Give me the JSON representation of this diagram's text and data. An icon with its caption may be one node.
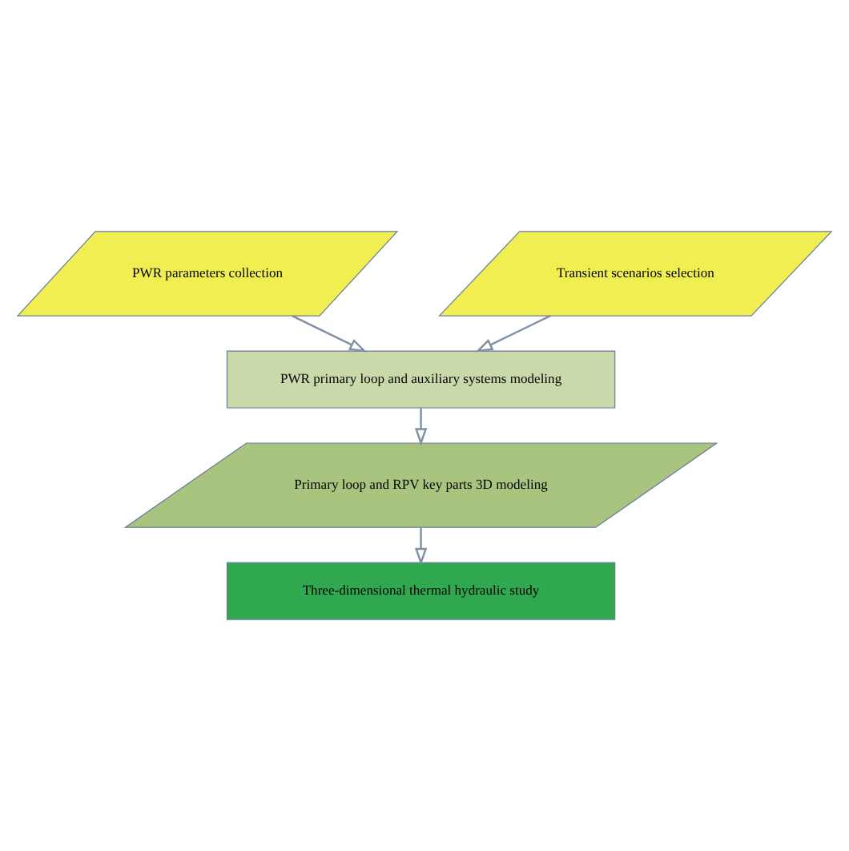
{
  "diagram": {
    "nodes": [
      {
        "text": [
          "PWR parameters collection"
        ]
      },
      {
        "text": [
          "Transient scenarios selection"
        ]
      },
      {
        "text": [
          "PWR primary loop and auxiliary systems modeling"
        ]
      },
      {
        "text": [
          "Primary loop and RPV key parts 3D modeling"
        ]
      },
      {
        "text": [
          "Three-dimensional thermal hydraulic study"
        ]
      }
    ],
    "edges": [
      {
        "from": 0,
        "to": 2,
        "arrow": "to"
      },
      {
        "from": 1,
        "to": 2,
        "arrow": "to"
      },
      {
        "from": 2,
        "to": 3,
        "arrow": "to"
      },
      {
        "from": 3,
        "to": 4,
        "arrow": "to"
      }
    ]
  }
}
